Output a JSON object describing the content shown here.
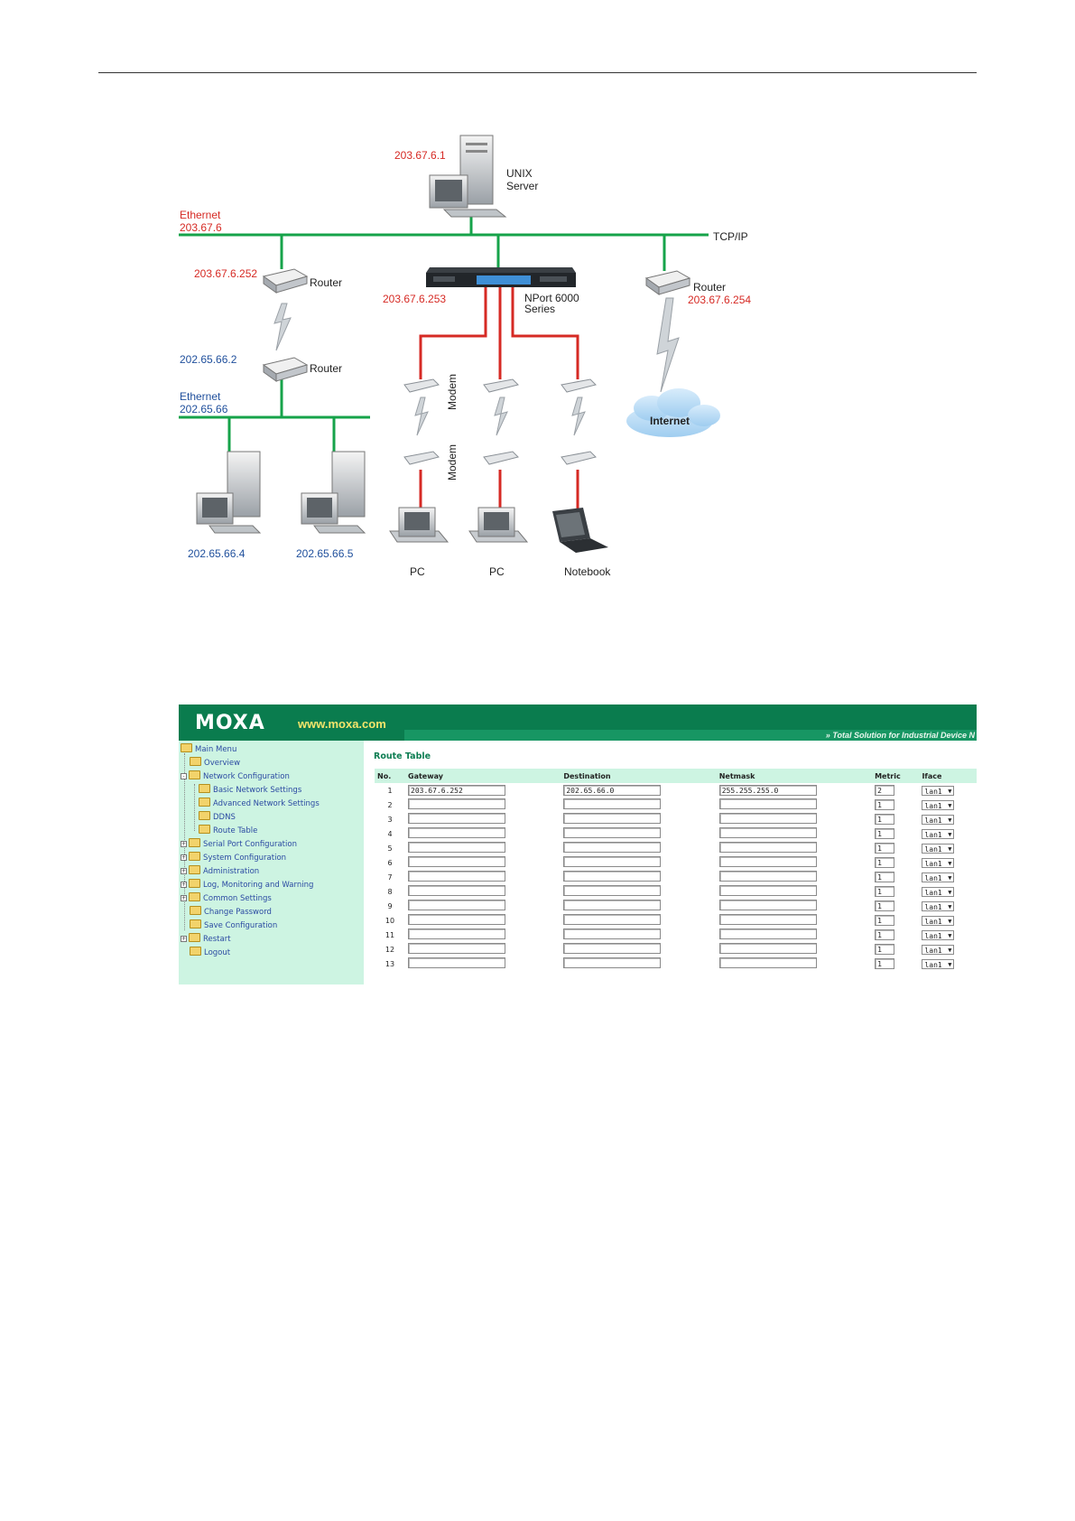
{
  "diagram": {
    "unix_ip": "203.67.6.1",
    "unix_label": "UNIX Server",
    "unix_label_line1": "UNIX",
    "unix_label_line2": "Server",
    "ethernet_top_line1": "Ethernet",
    "ethernet_top_line2": "203.67.6",
    "tcpip": "TCP/IP",
    "router1_ip": "203.67.6.252",
    "router1_label": "Router",
    "nport_ip": "203.67.6.253",
    "nport_label_line1": "NPort 6000",
    "nport_label_line2": "Series",
    "router3_label": "Router",
    "router3_ip": "203.67.6.254",
    "router2_ip": "202.65.66.2",
    "router2_label": "Router",
    "ethernet_bottom_line1": "Ethernet",
    "ethernet_bottom_line2": "202.65.66",
    "modem_top": "Modem",
    "modem_bottom": "Modem",
    "internet": "Internet",
    "host1_ip": "202.65.66.4",
    "host2_ip": "202.65.66.5",
    "pc1": "PC",
    "pc2": "PC",
    "notebook": "Notebook"
  },
  "ui": {
    "logo": "MOXA",
    "site": "www.moxa.com",
    "tagline": "Total Solution for Industrial Device N",
    "nav": {
      "main_menu": "Main Menu",
      "overview": "Overview",
      "network_configuration": "Network Configuration",
      "basic_network_settings": "Basic Network Settings",
      "advanced_network_settings": "Advanced Network Settings",
      "ddns": "DDNS",
      "route_table": "Route Table",
      "serial_port_configuration": "Serial Port Configuration",
      "system_configuration": "System Configuration",
      "administration": "Administration",
      "log_monitoring": "Log, Monitoring and Warning",
      "common_settings": "Common Settings",
      "change_password": "Change Password",
      "save_configuration": "Save Configuration",
      "restart": "Restart",
      "logout": "Logout"
    },
    "route_table": {
      "title": "Route Table",
      "headers": {
        "no": "No.",
        "gateway": "Gateway",
        "destination": "Destination",
        "netmask": "Netmask",
        "metric": "Metric",
        "iface": "Iface"
      },
      "rows": [
        {
          "no": "1",
          "gateway": "203.67.6.252",
          "destination": "202.65.66.0",
          "netmask": "255.255.255.0",
          "metric": "2",
          "iface": "lan1"
        },
        {
          "no": "2",
          "gateway": "",
          "destination": "",
          "netmask": "",
          "metric": "1",
          "iface": "lan1"
        },
        {
          "no": "3",
          "gateway": "",
          "destination": "",
          "netmask": "",
          "metric": "1",
          "iface": "lan1"
        },
        {
          "no": "4",
          "gateway": "",
          "destination": "",
          "netmask": "",
          "metric": "1",
          "iface": "lan1"
        },
        {
          "no": "5",
          "gateway": "",
          "destination": "",
          "netmask": "",
          "metric": "1",
          "iface": "lan1"
        },
        {
          "no": "6",
          "gateway": "",
          "destination": "",
          "netmask": "",
          "metric": "1",
          "iface": "lan1"
        },
        {
          "no": "7",
          "gateway": "",
          "destination": "",
          "netmask": "",
          "metric": "1",
          "iface": "lan1"
        },
        {
          "no": "8",
          "gateway": "",
          "destination": "",
          "netmask": "",
          "metric": "1",
          "iface": "lan1"
        },
        {
          "no": "9",
          "gateway": "",
          "destination": "",
          "netmask": "",
          "metric": "1",
          "iface": "lan1"
        },
        {
          "no": "10",
          "gateway": "",
          "destination": "",
          "netmask": "",
          "metric": "1",
          "iface": "lan1"
        },
        {
          "no": "11",
          "gateway": "",
          "destination": "",
          "netmask": "",
          "metric": "1",
          "iface": "lan1"
        },
        {
          "no": "12",
          "gateway": "",
          "destination": "",
          "netmask": "",
          "metric": "1",
          "iface": "lan1"
        },
        {
          "no": "13",
          "gateway": "",
          "destination": "",
          "netmask": "",
          "metric": "1",
          "iface": "lan1"
        }
      ]
    }
  },
  "colors": {
    "ethernet": "#16a34a",
    "serial": "#d62a24",
    "ip_red": "#d62a24",
    "ip_blue": "#1f4f9c",
    "moxa_green": "#0a7c4e",
    "nav_bg": "#cdf4e2"
  }
}
